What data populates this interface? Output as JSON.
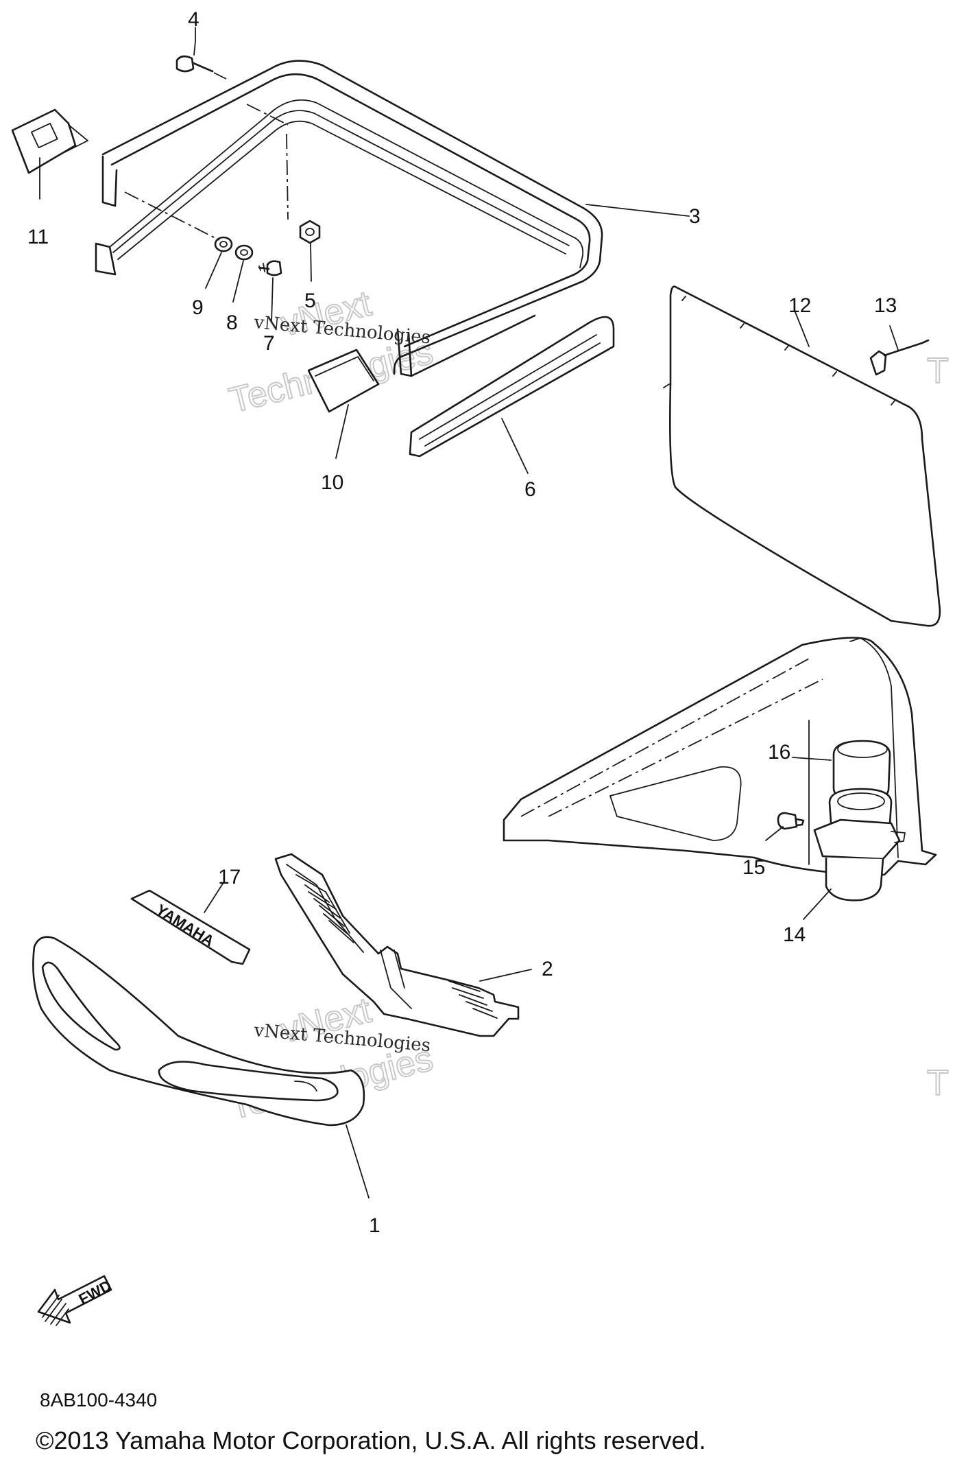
{
  "callouts": {
    "c1": "1",
    "c2": "2",
    "c3": "3",
    "c4": "4",
    "c5": "5",
    "c6": "6",
    "c7": "7",
    "c8": "8",
    "c9": "9",
    "c10": "10",
    "c11": "11",
    "c12": "12",
    "c13": "13",
    "c14": "14",
    "c15": "15",
    "c16": "16",
    "c17": "17"
  },
  "decal_text": "YAMAHA",
  "direction_badge": "FWD",
  "watermark": {
    "caption": "vNext Technologies",
    "big_line1": "vNext",
    "big_line2": "Technologies",
    "edge_fragment": "T"
  },
  "footer": {
    "part_code": "8AB100-4340",
    "copyright": "©2013 Yamaha Motor Corporation, U.S.A. All rights reserved."
  }
}
